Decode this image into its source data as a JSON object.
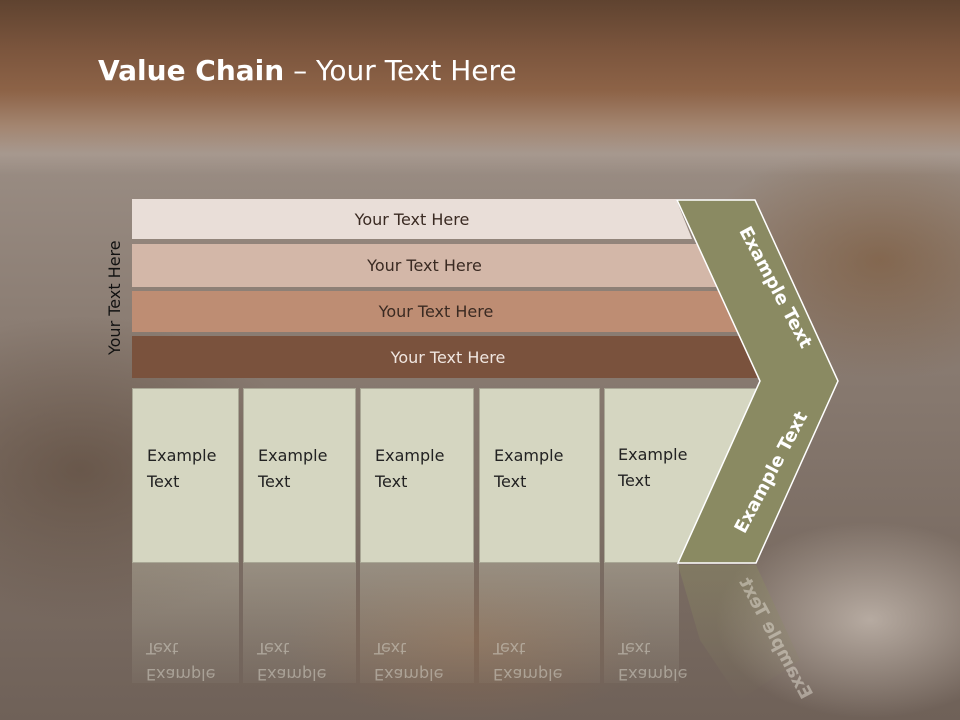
{
  "slide": {
    "title_bold": "Value Chain",
    "title_rest": " – Your Text Here",
    "vertical_label": "Your Text Here"
  },
  "bars": [
    {
      "label": "Your Text Here",
      "color": "#e9ded8"
    },
    {
      "label": "Your Text Here",
      "color": "#d3b7a8"
    },
    {
      "label": "Your Text Here",
      "color": "#be8d73"
    },
    {
      "label": "Your Text Here",
      "color": "#7a523d"
    }
  ],
  "columns": [
    {
      "line1": "Example",
      "line2": "Text"
    },
    {
      "line1": "Example",
      "line2": "Text"
    },
    {
      "line1": "Example",
      "line2": "Text"
    },
    {
      "line1": "Example",
      "line2": "Text"
    },
    {
      "line1": "Example",
      "line2": "Text"
    }
  ],
  "chevron": {
    "top_label": "Example Text",
    "bottom_label": "Example Text",
    "color": "#8a8a62"
  },
  "colors": {
    "title_band": "#7b553d",
    "column_fill": "#d5d6c1"
  }
}
